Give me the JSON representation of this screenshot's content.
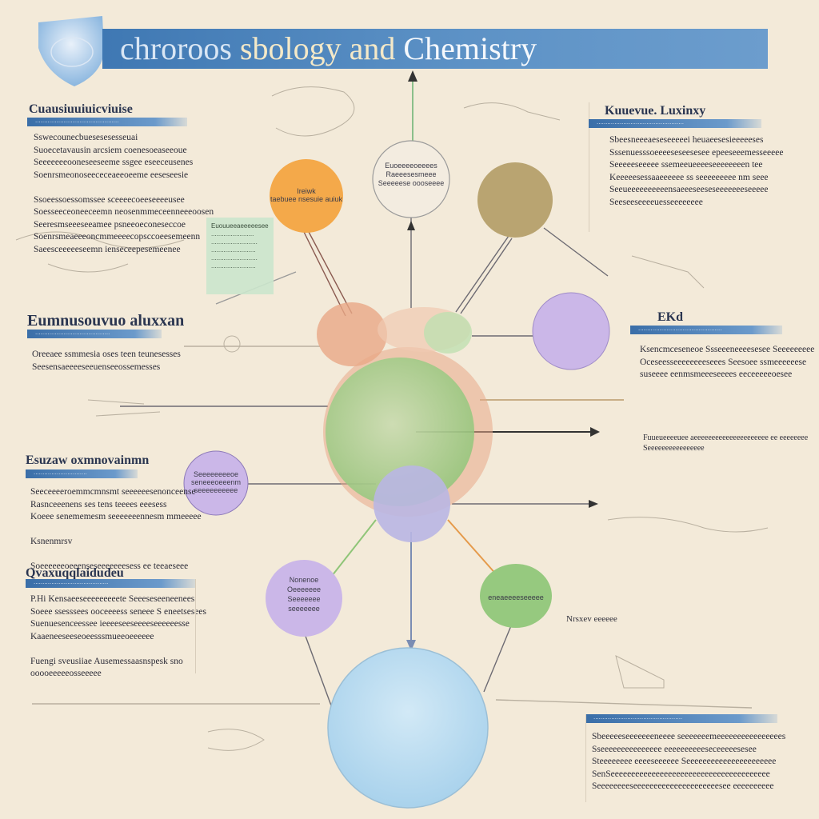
{
  "title": {
    "part1": "chroroos ",
    "part2": "sbology",
    "part3": " and ",
    "part4": "Chemistry"
  },
  "colors": {
    "banner": "#4a82bd",
    "orange": "#f4a94a",
    "olive": "#b9a471",
    "lavender": "#cbb7e8",
    "green": "#96c97f",
    "sky": "#b9dbef",
    "salmon": "#e7a584",
    "ink": "#2c2c38",
    "paper": "#f3ead9"
  },
  "left_panels": [
    {
      "title": "Cuausiuuiuicviuise",
      "bar": "...............................................",
      "text": "Sswecounecbuesesesesseuai\nSuoecetavausin arcsiem coenesoeaseeoue\nSeeeeeeeooneseeseeme ssgee eseeceusenes\nSoenrsmeonoseececeaeeoeeme eeseseesie\n\nSsoeessoessomssee sceeeecoeeseeeeusee\nSoesseeceoneeceemn neosenmmeceenneeeoosen\nSeeresmseeeseeamee psneeoeconeseccoe\nSoenrsmeaeeeoncmmeeeecopsccoeesemeenn\nSaeesceeeeeseemn ienseceepesemeenee"
    },
    {
      "title": "Eumnusouvuo aluxxan",
      "bar": "..........................................",
      "text": "Oreeaee ssmmesia oses teen teunesesses\nSeesensaeeeeseeuenseeossemesses"
    },
    {
      "title": "Esuzaw oxmnovainmn",
      "bar": "..............................",
      "text": "Seeceeeeroemmcmnsmt seeeeeesenonceense\nRasnceeenens ses tens teeees eeesess\nKoeee senememesm seeeeeeennesm mmeeeee\n\nKsnenmrsv\n\nSoeeeeeeoeeenseseeeeeeesess ee teeaeseee"
    },
    {
      "title": "Qvaxuqqlaidudeu",
      "bar": "..........................................",
      "text": "P.Hi Kensaeeseeeeeeeeete Seeeseseeneenees\nSoeee ssesssees ooceeeess seneee S eneetsesees\nSuenuesenceessee ieeeeseeseeeeseeeeeesse\nKaaeneeseeseoeesssmueeoeeeeee\n\nFuengi sveusiiae Ausemessaasnspesk sno\nooooeeeeeosseeeee"
    }
  ],
  "right_panels": [
    {
      "title": "Kuuevue. Luxinxy",
      "bar": ".................................................",
      "text": "Sbeesneeeaeseseeeeei heuaeesesieeeeeses\nSssenuesssoeeeeseseesesee epeeseeemesseeeee\nSeeeeeseeeee ssemeeueeeeseeeeeeeen tee\nKeeeeesessaaeeeeee ss seeeeeeeee nm seee\nSeeueeeeeeeeeensaeeeseeseseeeeeeeseeeee\nSeeseeseeeeuesseeeeeeee"
    },
    {
      "title": "EKd",
      "bar": "...............................................",
      "text": "Ksencmceseneoe Ssseeeneeeesesee Seeeeeeeee\nOceseesseeeeeeeeseees Seesoee ssmeeeeeese\nsuseeee eenmsmeeeseeees eeceeeeeoesee"
    },
    {
      "title": "",
      "bar": "..................................................",
      "text": "Sbeeeeeseeeeeeeneeee seeeeeeemeeeeeeeeeeeeeeees\nSseeeeeeeeeeeeeee eeeeeeeeeeseceeeeesesee\nSteeeeeeee eeeeseeeeee Seeeeeeeeeeeeeeeeeeeeee\nSenSeeeeeeeeeeeeeeeeeeeeeeeeeeeeeeeeeeeeeee\nSeeeeeeeeseeeeeeeeeeeeeeeeeeeeesee eeeeeeeeee"
    }
  ],
  "bubbles": {
    "top": "Euoeeeeoeeees\nRaeeesesmeee\nSeeeeese oooseeee",
    "orange": "Ireiwk\ntaebuee nsesuie auiuk",
    "olive": "",
    "lavender_right": "",
    "lavender_left": "Seeeeeeeeoe\nseneeeoeeenm\nseeeeeeeeee",
    "blue_mid": "",
    "lavender_bottom": "Nonenoe\nOeeeeeee\nSeeeeeee\nseeeeeee",
    "green_small": "eneaeeeeseeeee"
  },
  "card_text": "Euouueeaeeeeesee\n........................\n..........................\n.........................\n..........................\n.........................",
  "notes": {
    "right_mid": "Fuueueeeeuee aeeeeeeeeeeeeeeeeeeeee ee eeeeeeee\nSeeeeeeeeeeeeeeee",
    "right_small": "Nrsxev eeeeee"
  }
}
